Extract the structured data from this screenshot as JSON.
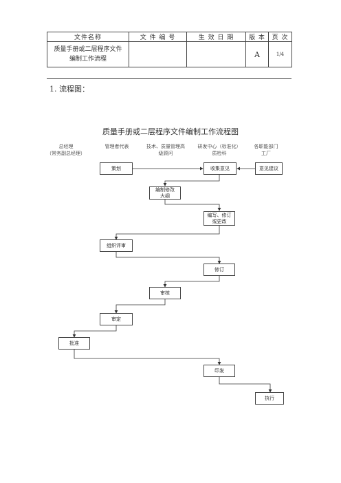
{
  "header": {
    "col_labels": [
      "文件名称",
      "文 件 编 号",
      "生 效 日 期",
      "版 本",
      "页 次"
    ],
    "doc_name": "质量手册或二层程序文件\n编制工作流程",
    "doc_number": "",
    "effective_date": "",
    "version": "A",
    "page": "1/4"
  },
  "section_title": "1. 流程图：",
  "flow_title": "质量手册或二层程序文件编制工作流程图",
  "lanes": [
    "总经理\n（常务副总经理）",
    "管理者代表",
    "技术、质量管理高\n级顾问",
    "研发中心（标准化）\n质检科",
    "各职能部门\n工厂"
  ],
  "steps": {
    "plan": "策划",
    "collect": "收集意见",
    "suggest": "意见建议",
    "outline": "编制修改\n大纲",
    "write": "编写、修订\n或更改",
    "review_org": "组织评审",
    "revise": "修订",
    "audit": "审核",
    "approve_check": "审定",
    "approve": "批准",
    "issue": "印发",
    "execute": "执行"
  }
}
